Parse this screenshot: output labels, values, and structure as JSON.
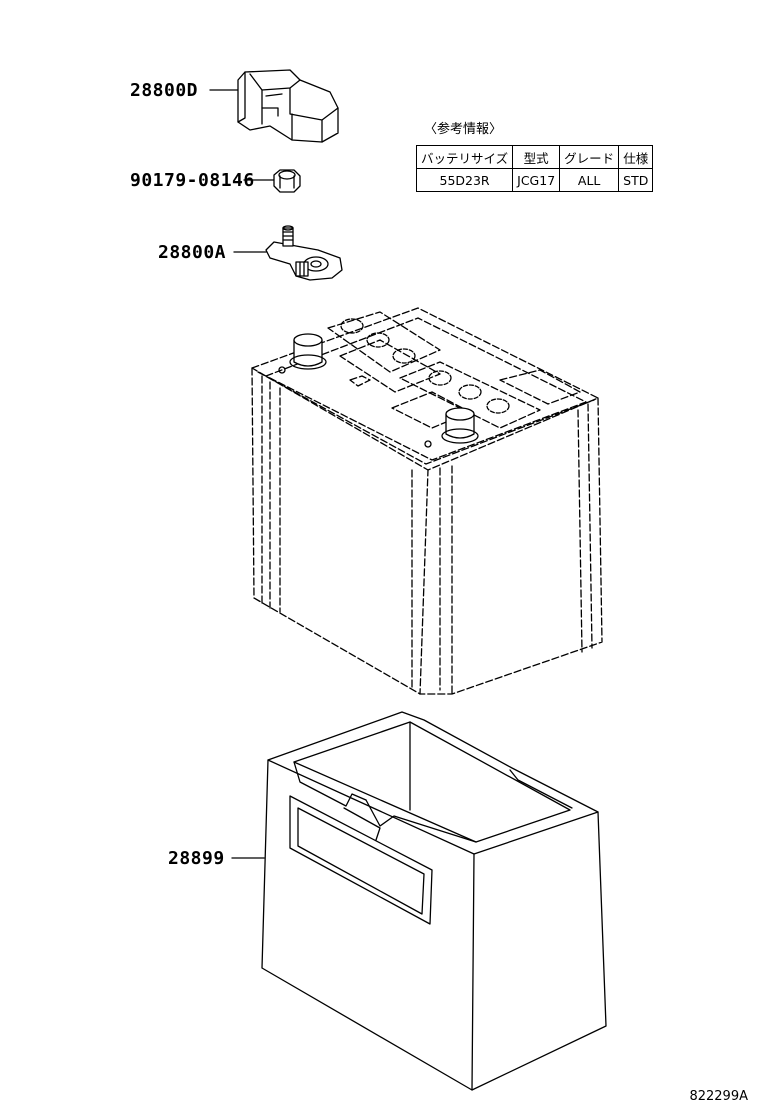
{
  "parts": {
    "cover": "28800D",
    "nut": "90179-08146",
    "terminal_clamp": "28800A",
    "battery_tray": "28899"
  },
  "reference_info": {
    "caption": "〈参考情報〉",
    "headers": [
      "バッテリサイズ",
      "型式",
      "グレード",
      "仕様"
    ],
    "row": [
      "55D23R",
      "JCG17",
      "ALL",
      "STD"
    ]
  },
  "figure_code": "822299A"
}
